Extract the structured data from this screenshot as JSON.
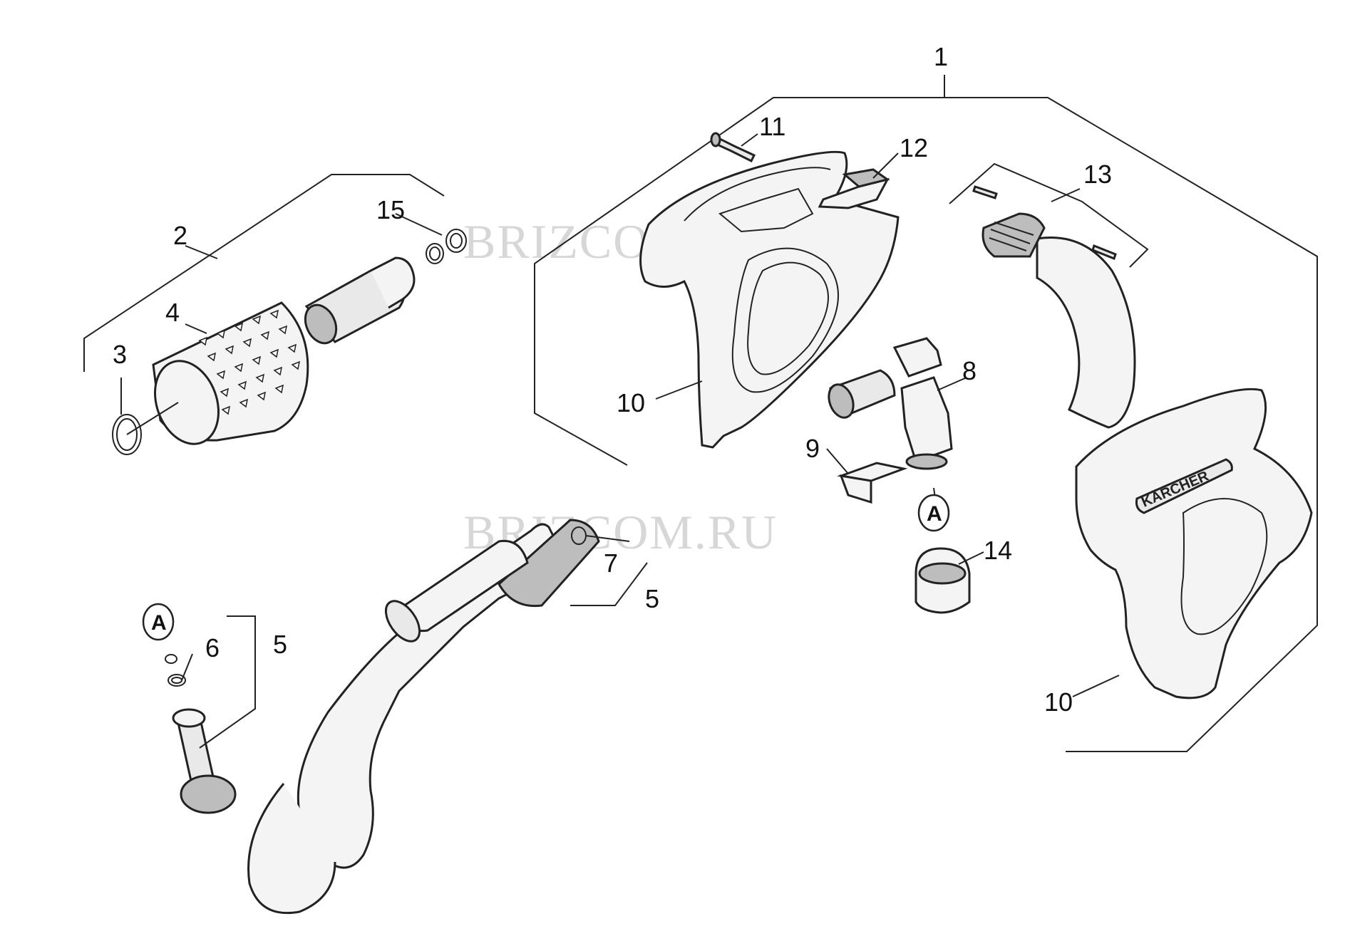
{
  "diagram": {
    "watermarks": [
      "BRIZCOM.RU",
      "BRIZCOM.RU"
    ],
    "brand_label": "KÄRCHER",
    "callouts": {
      "c1": "1",
      "c2": "2",
      "c3": "3",
      "c4": "4",
      "c5a": "5",
      "c5b": "5",
      "c6": "6",
      "c7": "7",
      "c8": "8",
      "c9": "9",
      "c10a": "10",
      "c10b": "10",
      "c11": "11",
      "c12": "12",
      "c13": "13",
      "c14": "14",
      "c15": "15"
    },
    "markers": {
      "m1": "A",
      "m2": "A"
    }
  }
}
